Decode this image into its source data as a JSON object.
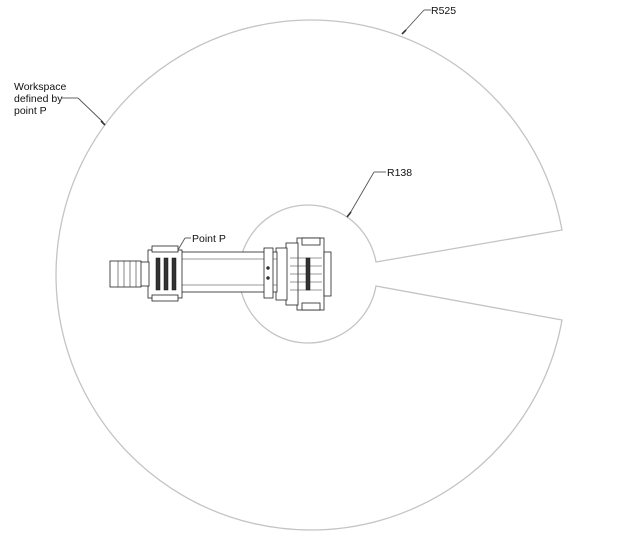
{
  "labels": {
    "outer_radius": "R525",
    "inner_radius": "R138",
    "workspace_line1": "Workspace",
    "workspace_line2": "defined by",
    "workspace_line3": "point P",
    "point": "Point P"
  },
  "colors": {
    "outline": "#c4c4c4",
    "leader": "#555555",
    "robot": "#222222",
    "text": "#111111"
  }
}
